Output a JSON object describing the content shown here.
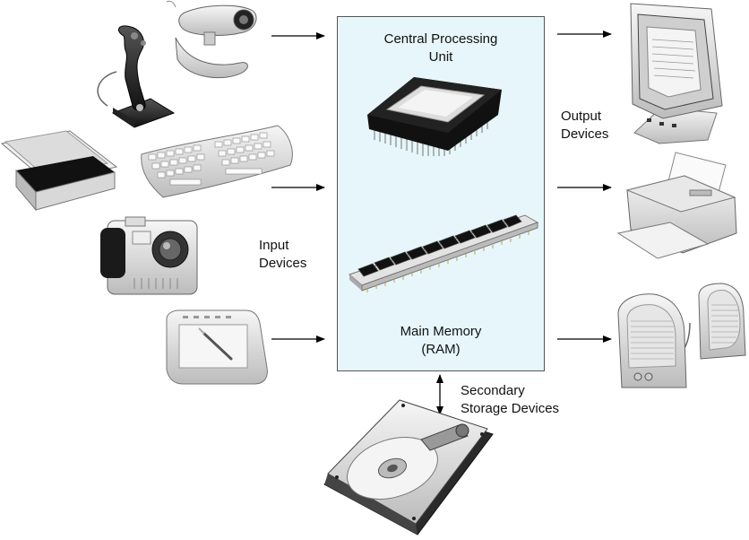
{
  "labels": {
    "cpu": [
      "Central Processing",
      "Unit"
    ],
    "memory": [
      "Main Memory",
      "(RAM)"
    ],
    "input": [
      "Input",
      "Devices"
    ],
    "output": [
      "Output",
      "Devices"
    ],
    "storage": [
      "Secondary",
      "Storage Devices"
    ]
  },
  "colors": {
    "box_fill": "#e6f6fa",
    "device_light": "#eeeeee",
    "device_mid": "#bdbdbd",
    "device_dark": "#1a1a1a"
  },
  "icons": {
    "input": [
      "joystick-icon",
      "webcam-icon",
      "scanner-icon",
      "keyboard-icon",
      "camera-icon",
      "drawing-tablet-icon"
    ],
    "output": [
      "monitor-icon",
      "printer-icon",
      "speakers-icon"
    ],
    "internal": [
      "cpu-chip-icon",
      "ram-module-icon"
    ],
    "storage": [
      "hard-drive-icon"
    ]
  }
}
